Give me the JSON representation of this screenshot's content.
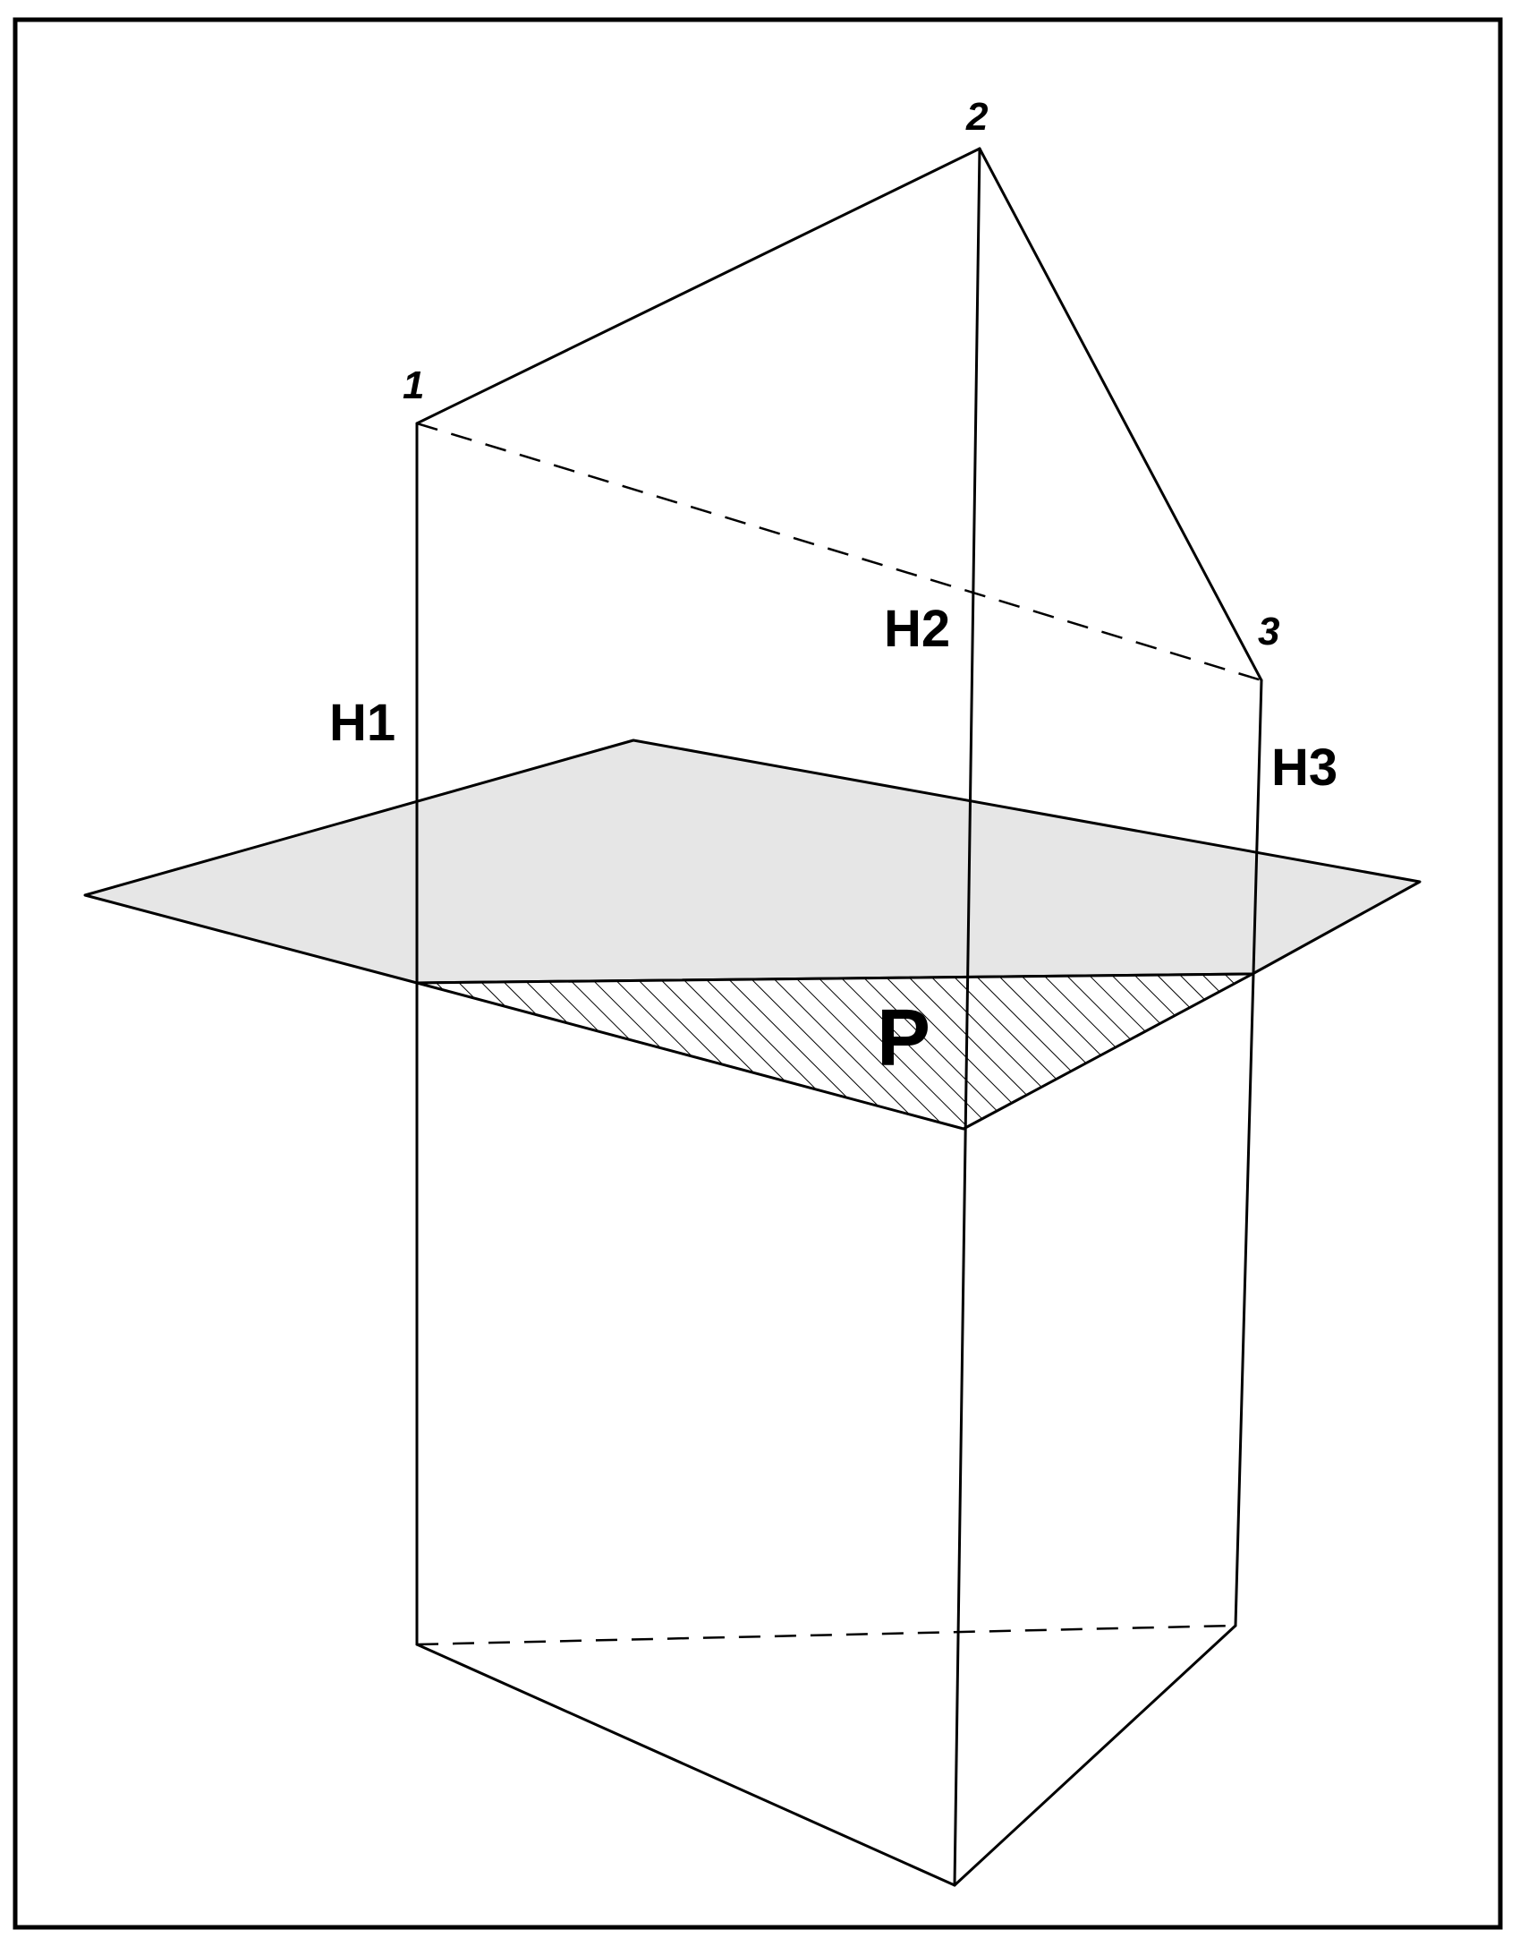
{
  "labels": {
    "vertex_1": "1",
    "vertex_2": "2",
    "vertex_3": "3",
    "height_1": "H1",
    "height_2": "H2",
    "height_3": "H3",
    "section": "P"
  },
  "colors": {
    "plane_fill": "#e6e6e6",
    "section_hatch_background": "#ffffff",
    "lines": "#000000"
  }
}
